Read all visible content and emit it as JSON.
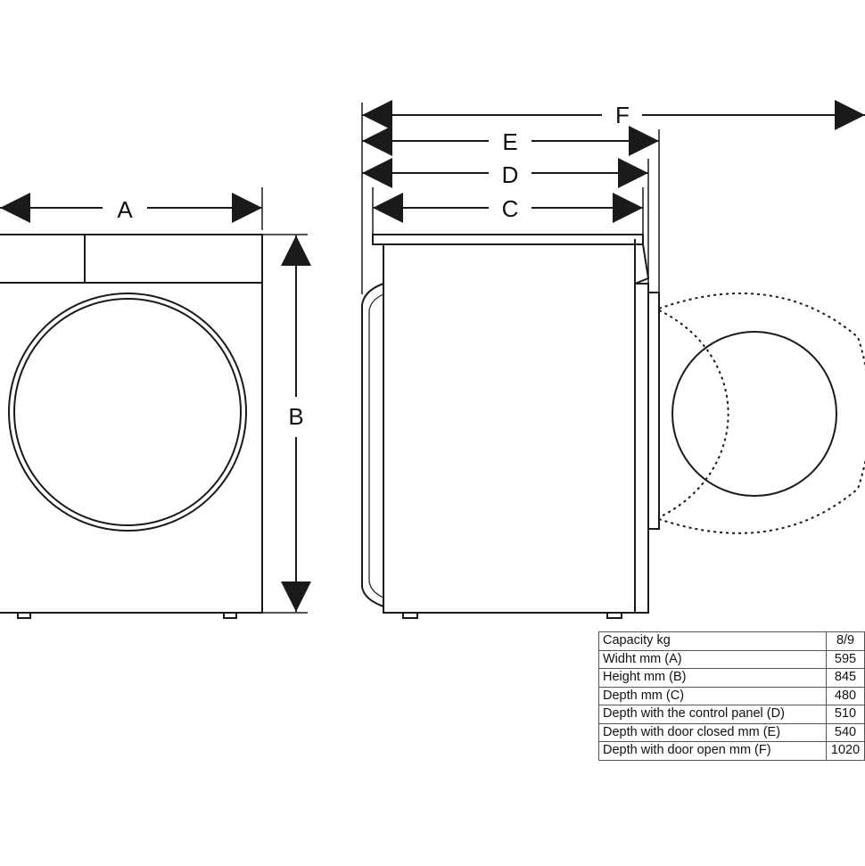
{
  "labels": {
    "a": "A",
    "b": "B",
    "c": "C",
    "d": "D",
    "e": "E",
    "f": "F"
  },
  "specs": [
    {
      "label": "Capacity kg",
      "value": "8/9"
    },
    {
      "label": "Widht mm (A)",
      "value": "595"
    },
    {
      "label": "Height mm (B)",
      "value": "845"
    },
    {
      "label": "Depth mm (C)",
      "value": "480"
    },
    {
      "label": "Depth with the control panel (D)",
      "value": "510"
    },
    {
      "label": "Depth with door closed mm (E)",
      "value": "540"
    },
    {
      "label": "Depth with door open mm (F)",
      "value": "1020"
    }
  ],
  "colors": {
    "line": "#1a1a1a",
    "background": "#ffffff"
  }
}
